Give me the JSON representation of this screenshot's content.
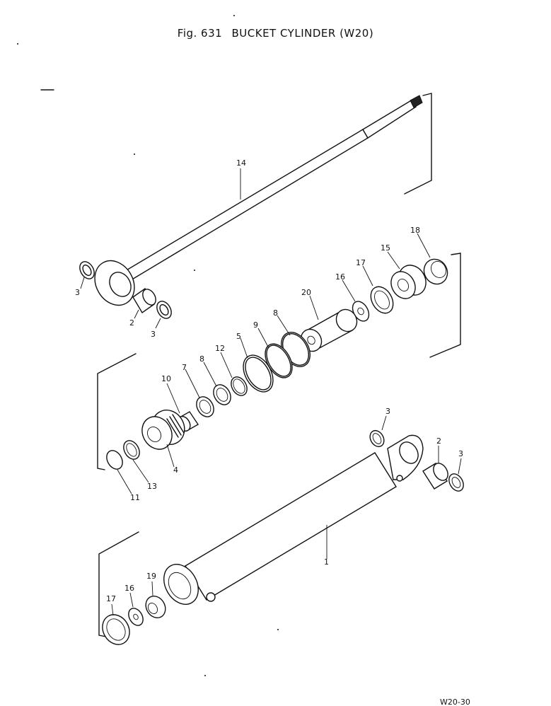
{
  "title": {
    "fig": "Fig. 631",
    "name": "BUCKET CYLINDER (W20)"
  },
  "labels": {
    "l14": "14",
    "l3a": "3",
    "l2a": "2",
    "l3b": "3",
    "l18": "18",
    "l15": "15",
    "l17a": "17",
    "l16a": "16",
    "l20": "20",
    "l8a": "8",
    "l9": "9",
    "l5": "5",
    "l12": "12",
    "l8b": "8",
    "l7": "7",
    "l10": "10",
    "l4": "4",
    "l13": "13",
    "l11": "11",
    "l3c": "3",
    "l2b": "2",
    "l3d": "3",
    "l1": "1",
    "l19": "19",
    "l16b": "16",
    "l17b": "17"
  },
  "footer": "W20-30"
}
